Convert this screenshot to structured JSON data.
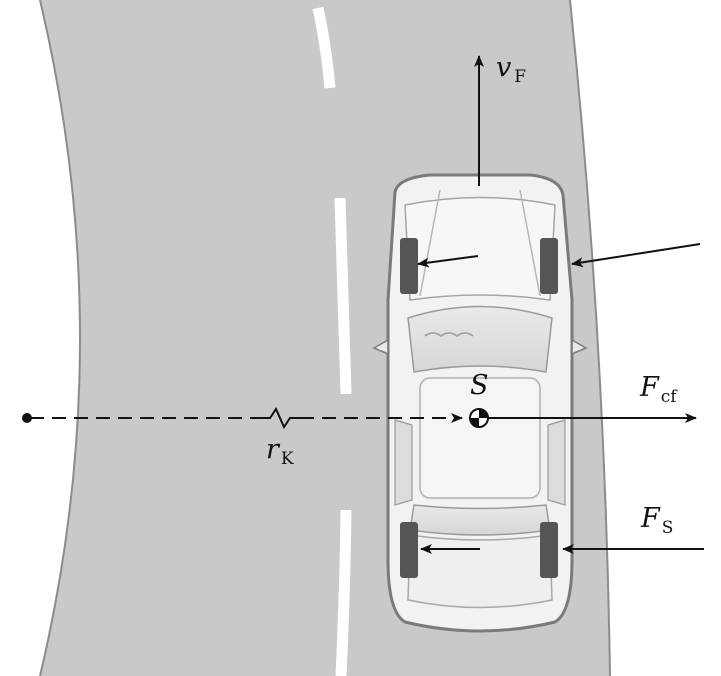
{
  "labels": {
    "velocity": {
      "main": "v",
      "sub": "F"
    },
    "center": {
      "main": "S"
    },
    "centrifugal": {
      "main": "F",
      "sub": "cf"
    },
    "side_force": {
      "main": "F",
      "sub": "S"
    },
    "radius": {
      "main": "r",
      "sub": "K"
    }
  },
  "colors": {
    "road": "#c9c9c9",
    "road_edge": "#8c8c8c",
    "lane_marking": "#ffffff",
    "car_body": "#f2f2f2",
    "car_outline": "#7a7a7a",
    "tire": "#555555",
    "ink": "#111111"
  }
}
